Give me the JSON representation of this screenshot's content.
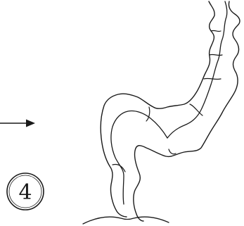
{
  "diagram": {
    "step_label": "4",
    "line_color": "#1a1a1a",
    "background": "#ffffff",
    "elements": [
      {
        "kind": "arrow",
        "direction": "right",
        "icon": "arrow-right-icon"
      },
      {
        "kind": "illustration",
        "subject": "large-intestine-outline",
        "icon": "colon-outline-icon"
      },
      {
        "kind": "badge",
        "shape": "circle",
        "label_ref": "step_label",
        "icon": "step-number-badge"
      }
    ]
  }
}
